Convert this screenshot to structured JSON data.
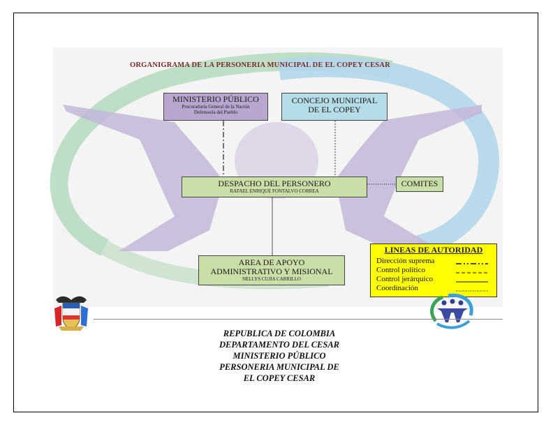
{
  "diagram": {
    "title": "ORGANIGRAMA DE LA PERSONERIA MUNICIPAL DE EL COPEY CESAR",
    "ministerio": {
      "name": "MINISTERIO PÚBLICO",
      "line1": "Procuraduría General de la Nación",
      "line2": "Defensoría del Pueblo"
    },
    "concejo": {
      "line1": "CONCEJO MUNICIPAL",
      "line2": "DE EL COPEY"
    },
    "despacho": {
      "name": "DESPACHO DEL PERSONERO",
      "person": "RAFAEL ENRIQUE FONTALVO CORREA"
    },
    "comites": {
      "name": "COMITES"
    },
    "area": {
      "line1": "AREA DE APOYO",
      "line2": "ADMINISTRATIVO Y MISIONAL",
      "person": "NELLYS CUJIA CARRILLO"
    },
    "legend": {
      "title": "LINEAS DE AUTORIDAD",
      "items": [
        "Dirección suprema",
        "Control político",
        "Control jerárquico",
        "Coordinación"
      ]
    }
  },
  "footer": {
    "lines": [
      "REPUBLICA DE COLOMBIA",
      "DEPARTAMENTO DEL CESAR",
      "MINISTERIO PÚBLICO",
      "PERSONERIA MUNICIPAL DE",
      "EL COPEY CESAR"
    ]
  },
  "colors": {
    "ministerio": "#b9a6cf",
    "concejo": "#b5dde8",
    "green_boxes": "#c9dfa7",
    "legend_bg": "#ffff00",
    "title": "#7a2a2a"
  },
  "icons": {
    "left_logo": "colombia-coat-of-arms",
    "right_logo": "personeria-people-circle-logo"
  }
}
